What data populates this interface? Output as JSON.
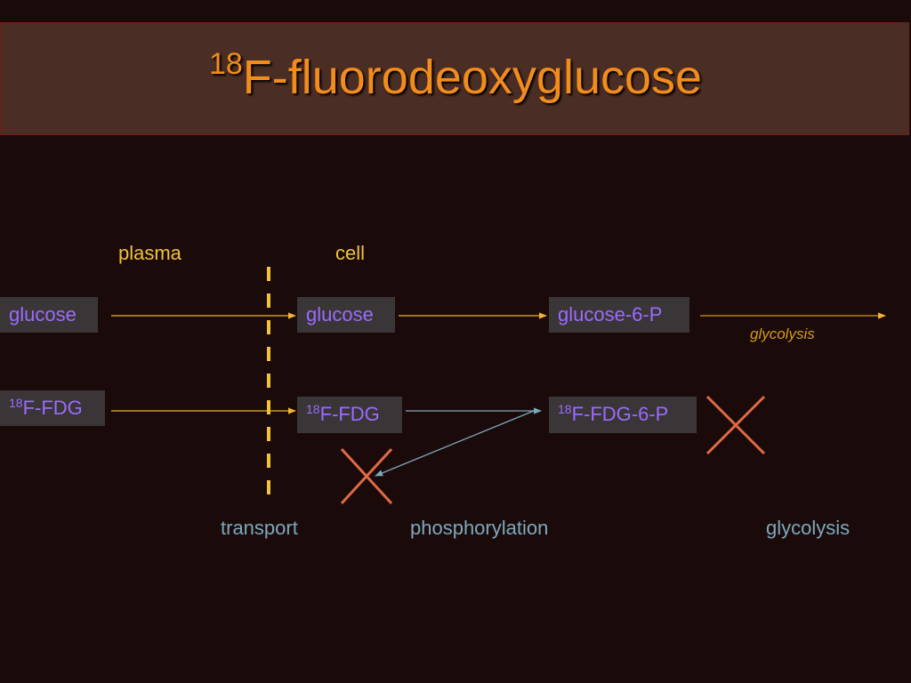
{
  "title": {
    "superscript": "18",
    "text": "F-fluorodeoxyglucose"
  },
  "zones": {
    "plasma": "plasma",
    "cell": "cell"
  },
  "nodes": {
    "glucose_plasma": "glucose",
    "glucose_cell": "glucose",
    "glucose6p": "glucose-6-P",
    "fdg_plasma": {
      "superscript": "18",
      "text": "F-FDG"
    },
    "fdg_cell": {
      "superscript": "18",
      "text": "F-FDG"
    },
    "fdg6p": {
      "superscript": "18",
      "text": "F-FDG-6-P"
    }
  },
  "notes": {
    "glycolysis_arrow": "glycolysis"
  },
  "processes": {
    "transport": "transport",
    "phosphorylation": "phosphorylation",
    "glycolysis": "glycolysis"
  },
  "colors": {
    "background": "#1a0b0a",
    "title_bar": "#4a2d24",
    "title_text": "#f28c1c",
    "zone_label": "#f2c23a",
    "node_box": "#3a3537",
    "node_text": "#9a6cff",
    "arrow_orange": "#f2b233",
    "arrow_blue": "#7fa7bd",
    "cross": "#e06a44",
    "membrane": "#f2c23a"
  }
}
